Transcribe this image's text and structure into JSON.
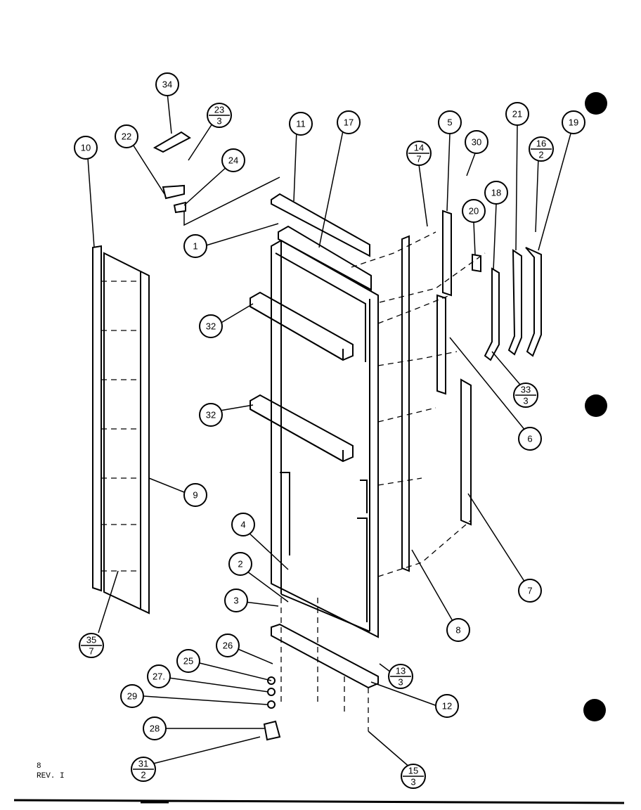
{
  "callouts": [
    {
      "key": "34",
      "label": "34"
    },
    {
      "key": "23",
      "top": "23",
      "bottom": "3"
    },
    {
      "key": "22",
      "label": "22"
    },
    {
      "key": "24",
      "label": "24"
    },
    {
      "key": "10",
      "label": "10"
    },
    {
      "key": "11",
      "label": "11"
    },
    {
      "key": "17",
      "label": "17"
    },
    {
      "key": "1",
      "label": "1"
    },
    {
      "key": "32a",
      "label": "32"
    },
    {
      "key": "32b",
      "label": "32"
    },
    {
      "key": "9",
      "label": "9"
    },
    {
      "key": "4",
      "label": "4"
    },
    {
      "key": "2",
      "label": "2"
    },
    {
      "key": "3",
      "label": "3"
    },
    {
      "key": "35",
      "top": "35",
      "bottom": "7"
    },
    {
      "key": "26",
      "label": "26"
    },
    {
      "key": "25",
      "label": "25"
    },
    {
      "key": "27",
      "label": "27."
    },
    {
      "key": "29",
      "label": "29"
    },
    {
      "key": "28",
      "label": "28"
    },
    {
      "key": "31",
      "top": "31",
      "bottom": "2"
    },
    {
      "key": "13",
      "top": "13",
      "bottom": "3"
    },
    {
      "key": "12",
      "label": "12"
    },
    {
      "key": "15",
      "top": "15",
      "bottom": "3"
    },
    {
      "key": "14",
      "top": "14",
      "bottom": "7"
    },
    {
      "key": "5",
      "label": "5"
    },
    {
      "key": "30",
      "label": "30"
    },
    {
      "key": "20",
      "label": "20"
    },
    {
      "key": "18",
      "label": "18"
    },
    {
      "key": "21",
      "label": "21"
    },
    {
      "key": "16",
      "top": "16",
      "bottom": "2"
    },
    {
      "key": "19",
      "label": "19"
    },
    {
      "key": "33",
      "top": "33",
      "bottom": "3"
    },
    {
      "key": "6",
      "label": "6"
    },
    {
      "key": "7",
      "label": "7"
    },
    {
      "key": "8",
      "label": "8"
    }
  ],
  "footer": {
    "page": "8",
    "revision": "REV. I"
  },
  "colors": {
    "ink": "#000000",
    "paper": "#ffffff"
  }
}
